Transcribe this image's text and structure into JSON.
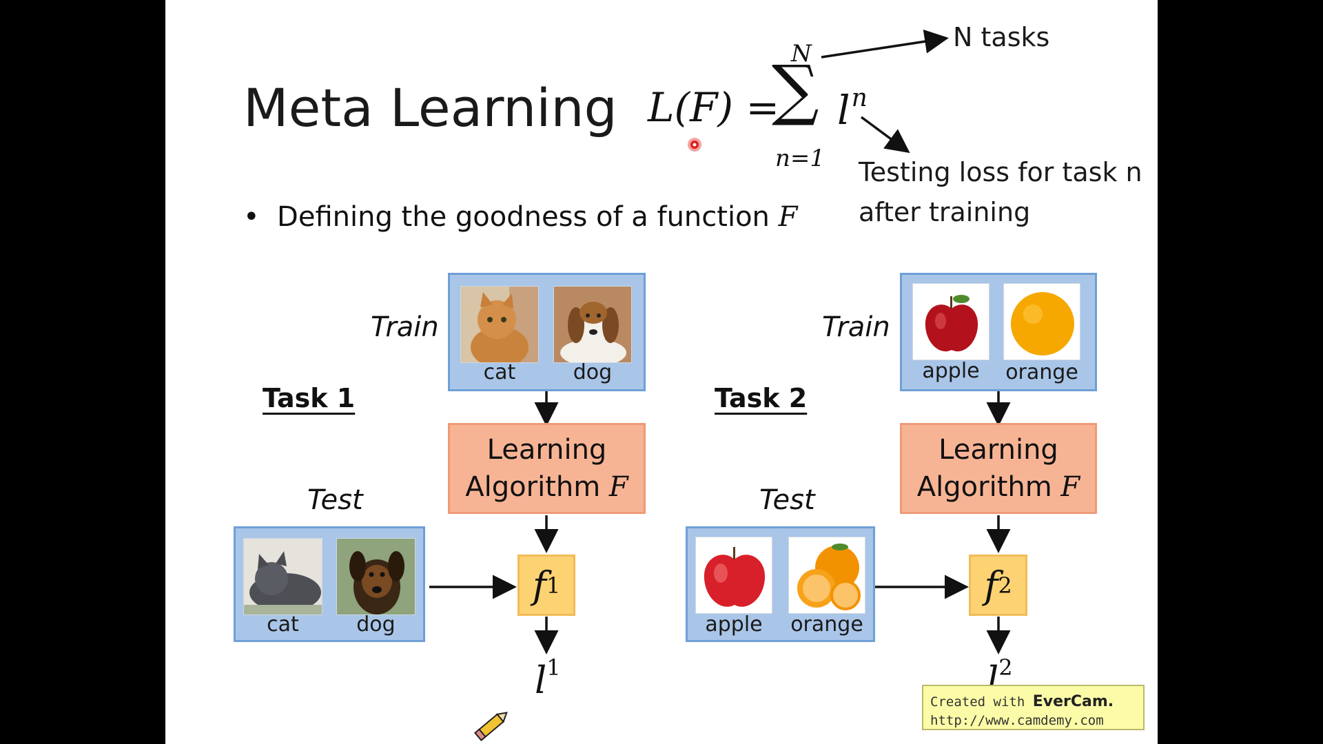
{
  "title": "Meta Learning",
  "formula": {
    "lhs": "L(F) =",
    "sum_upper": "N",
    "sum_lower": "n=1",
    "term": "l",
    "term_sup": "n"
  },
  "annotations": {
    "n_tasks": "N tasks",
    "testing_loss_line1": "Testing loss for task n",
    "testing_loss_line2": "after training"
  },
  "bullet": {
    "text": "Defining the goodness of a function",
    "var": "F"
  },
  "task1": {
    "label": "Task 1",
    "train_label": "Train",
    "test_label": "Test",
    "train_items": [
      "cat",
      "dog"
    ],
    "test_items": [
      "cat",
      "dog"
    ],
    "algo_line1": "Learning",
    "algo_line2": "Algorithm",
    "algo_var": "F",
    "f": "f",
    "f_sup": "1",
    "loss": "l",
    "loss_sup": "1"
  },
  "task2": {
    "label": "Task 2",
    "train_label": "Train",
    "test_label": "Test",
    "train_items": [
      "apple",
      "orange"
    ],
    "test_items": [
      "apple",
      "orange"
    ],
    "algo_line1": "Learning",
    "algo_line2": "Algorithm",
    "algo_var": "F",
    "f": "f",
    "f_sup": "2",
    "loss": "l",
    "loss_sup": "2"
  },
  "watermark": {
    "line1_prefix": "Created with",
    "line1_brand": "EverCam.",
    "line2": "http://www.camdemy.com"
  },
  "colors": {
    "panel_blue": "#a9c6e8",
    "algo_salmon": "#f7b494",
    "f_yellow": "#fdd272",
    "pointer_red": "#e0201b"
  }
}
